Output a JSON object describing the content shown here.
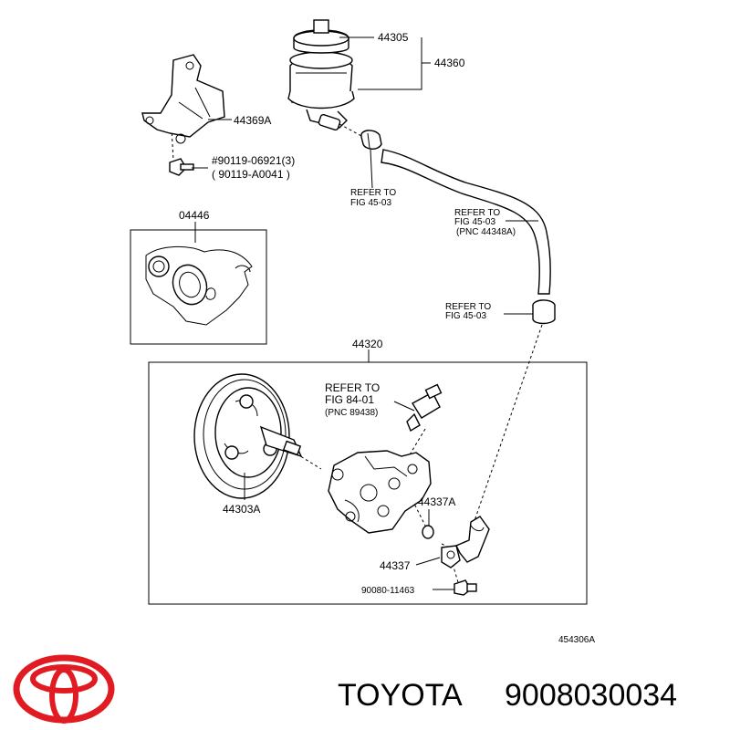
{
  "parts": {
    "cap_gasket": "44305",
    "reservoir": "44360",
    "bracket": "44369A",
    "bolt_1": "#90119-06921(3)",
    "bolt_2": "( 90119-A0041  )",
    "repair_kit": "04446",
    "pump_assy": "44320",
    "pulley": "44303A",
    "oring": "44337A",
    "union": "44337",
    "union_bolt": "90080-11463"
  },
  "refs": {
    "ref1": [
      "REFER TO",
      "FIG 45-03"
    ],
    "ref2": [
      "REFER TO",
      "FIG 45-03",
      "(PNC 44348A)"
    ],
    "ref3": [
      "REFER TO",
      "FIG 45-03"
    ],
    "ref4": [
      "REFER TO",
      "FIG 84-01",
      "(PNC 89438)"
    ]
  },
  "diagram_id": "454306A",
  "brand": {
    "name": "TOYOTA",
    "part_number": "9008030034",
    "logo_color": "#e01b22"
  }
}
